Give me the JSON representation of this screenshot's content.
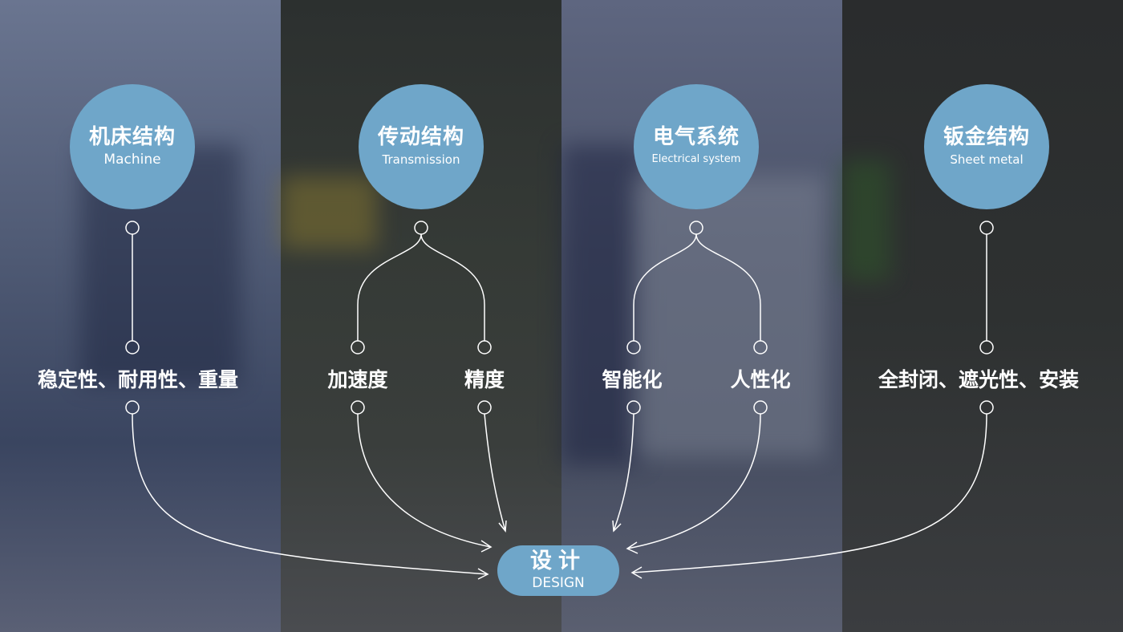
{
  "categories": [
    {
      "cn": "机床结构",
      "en": "Machine"
    },
    {
      "cn": "传动结构",
      "en": "Transmission"
    },
    {
      "cn": "电气系统",
      "en": "Electrical system"
    },
    {
      "cn": "钣金结构",
      "en": "Sheet metal"
    }
  ],
  "features": [
    "稳定性、耐用性、重量",
    "加速度",
    "精度",
    "智能化",
    "人性化",
    "全封闭、遮光性、安装"
  ],
  "design": {
    "cn": "设计",
    "en": "DESIGN"
  },
  "colors": {
    "accent": "#6fa6c9",
    "line": "#ffffff"
  }
}
